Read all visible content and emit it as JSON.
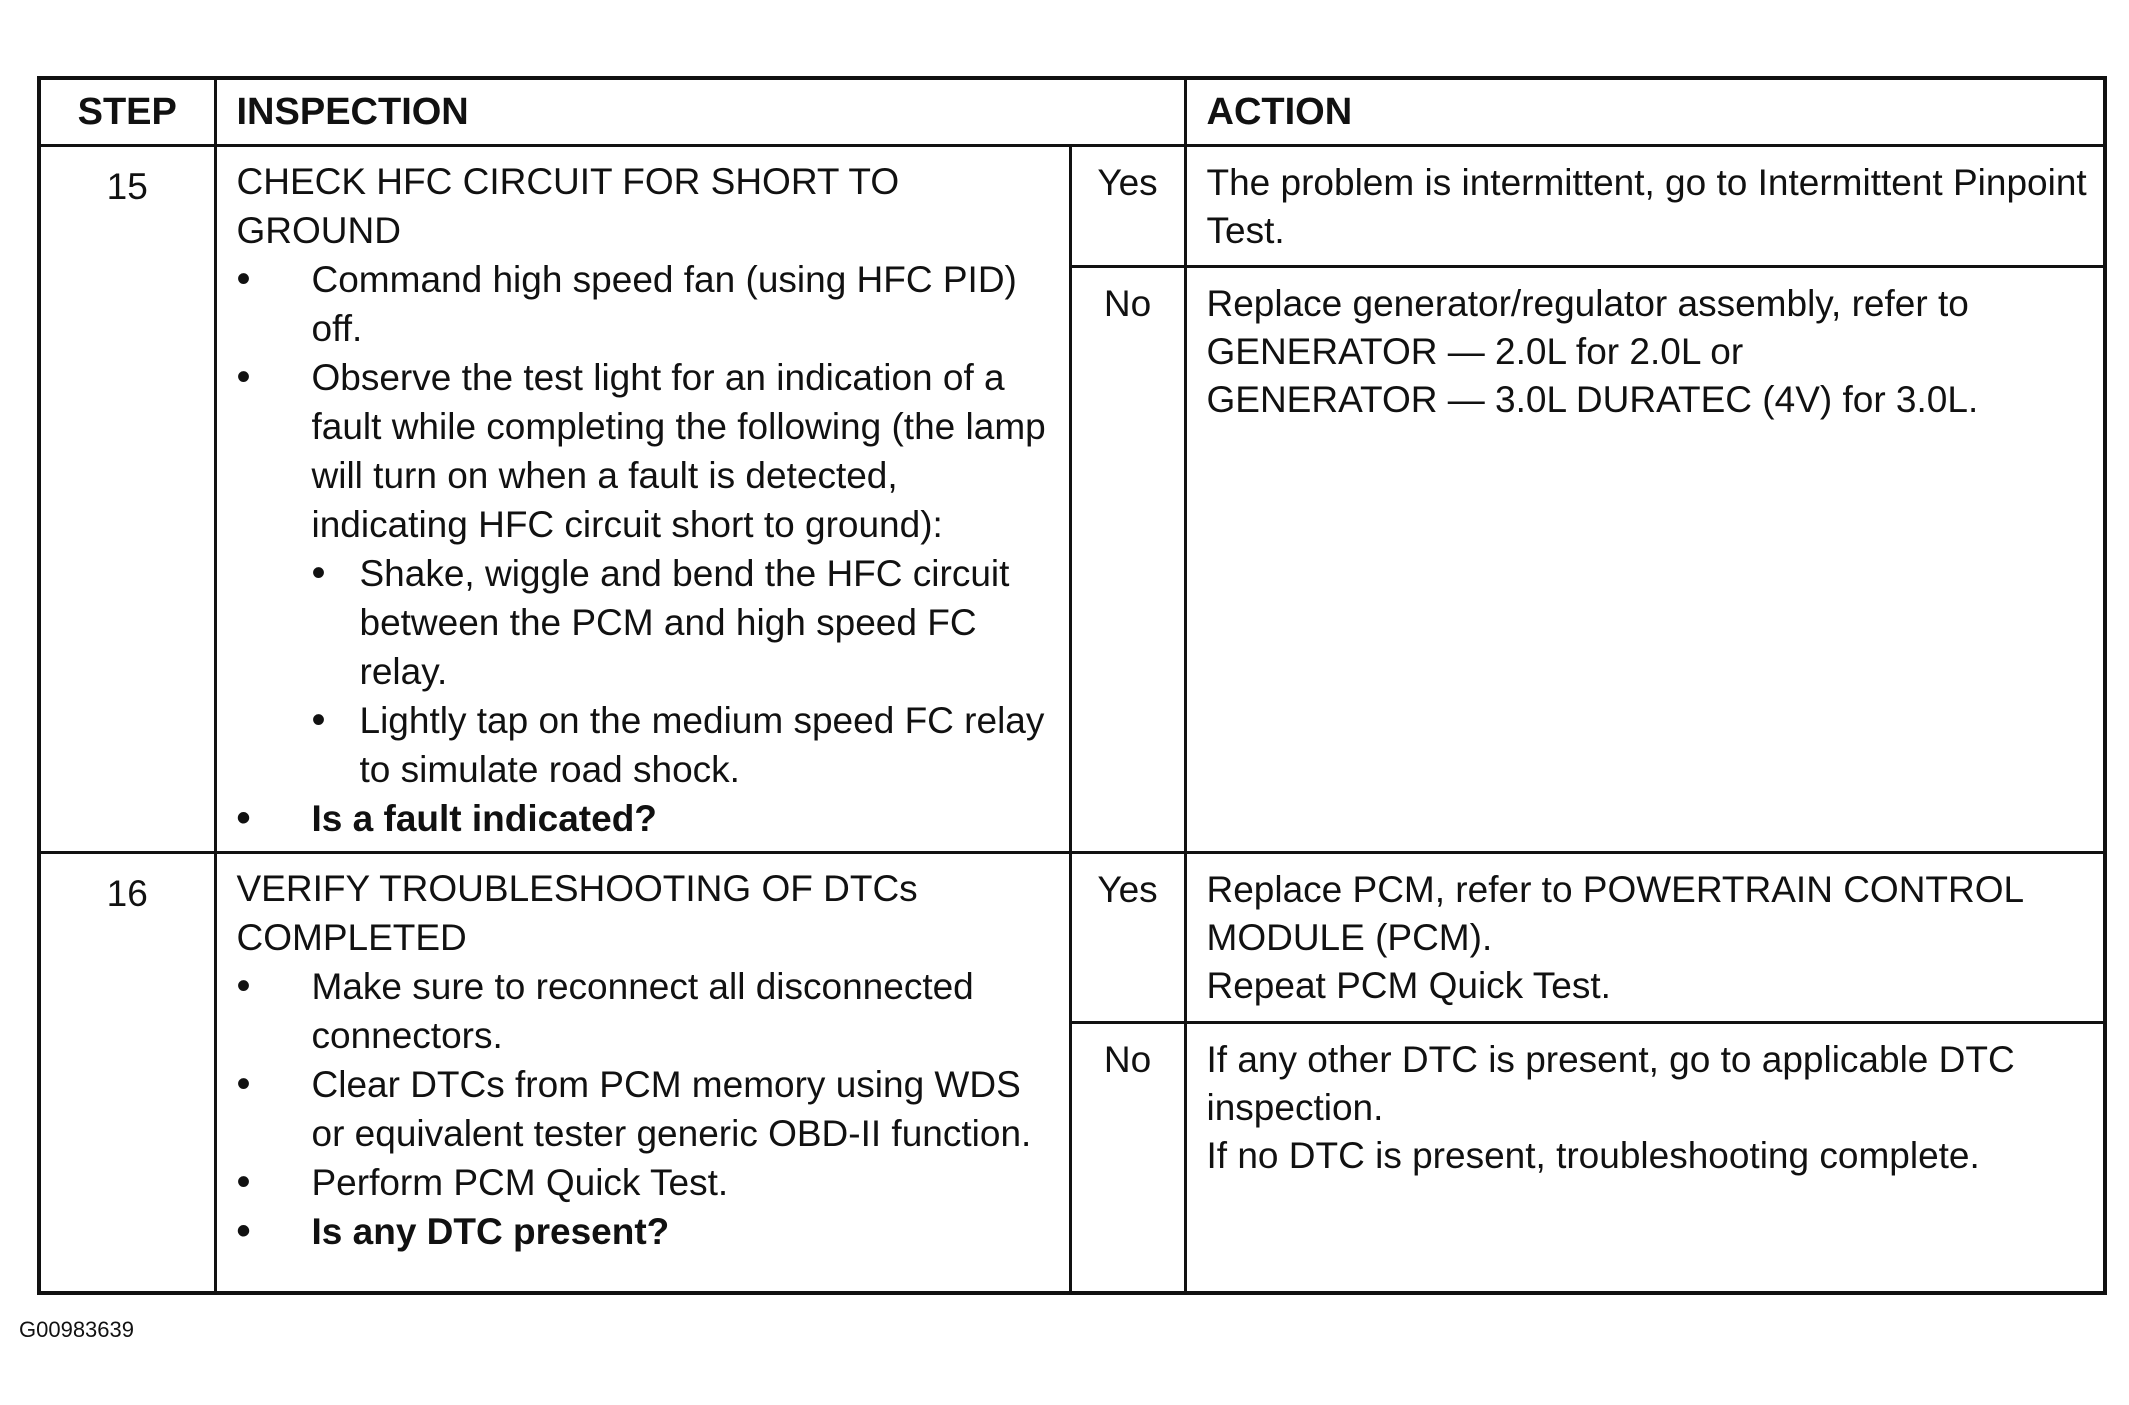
{
  "headers": {
    "step": "STEP",
    "inspection": "INSPECTION",
    "action": "ACTION"
  },
  "rows": [
    {
      "step": "15",
      "title_line1": "CHECK HFC CIRCUIT FOR SHORT TO",
      "title_line2": "GROUND",
      "bullets": [
        "Command high speed fan (using HFC PID) off.",
        "Observe the test light for an indication of a fault while completing the following (the lamp will turn on when a fault is detected, indicating HFC circuit short to ground):"
      ],
      "sub_bullets": [
        "Shake, wiggle and bend the HFC circuit between the PCM and high speed FC relay.",
        "Lightly tap on the medium speed FC relay to simulate road shock."
      ],
      "question": "Is a fault indicated?",
      "yes_label": "Yes",
      "yes_action": "The problem is intermittent, go to Intermittent Pinpoint Test.",
      "no_label": "No",
      "no_action_line1": "Replace generator/regulator assembly, refer to",
      "no_action_line2": "GENERATOR — 2.0L for 2.0L or",
      "no_action_line3": "GENERATOR — 3.0L DURATEC (4V) for 3.0L."
    },
    {
      "step": "16",
      "title_line1": "VERIFY TROUBLESHOOTING OF DTCs",
      "title_line2": "COMPLETED",
      "bullets": [
        "Make sure to reconnect all disconnected connectors.",
        "Clear DTCs from PCM memory using WDS or equivalent tester generic OBD-II function.",
        "Perform PCM Quick Test."
      ],
      "question": "Is any DTC present?",
      "yes_label": "Yes",
      "yes_action_line1": "Replace PCM, refer to POWERTRAIN CONTROL MODULE (PCM).",
      "yes_action_line2": "Repeat PCM Quick Test.",
      "no_label": "No",
      "no_action_line1": "If any other DTC is present, go to applicable DTC inspection.",
      "no_action_line2": "If no DTC is present, troubleshooting complete."
    }
  ],
  "figure_code": "G00983639"
}
